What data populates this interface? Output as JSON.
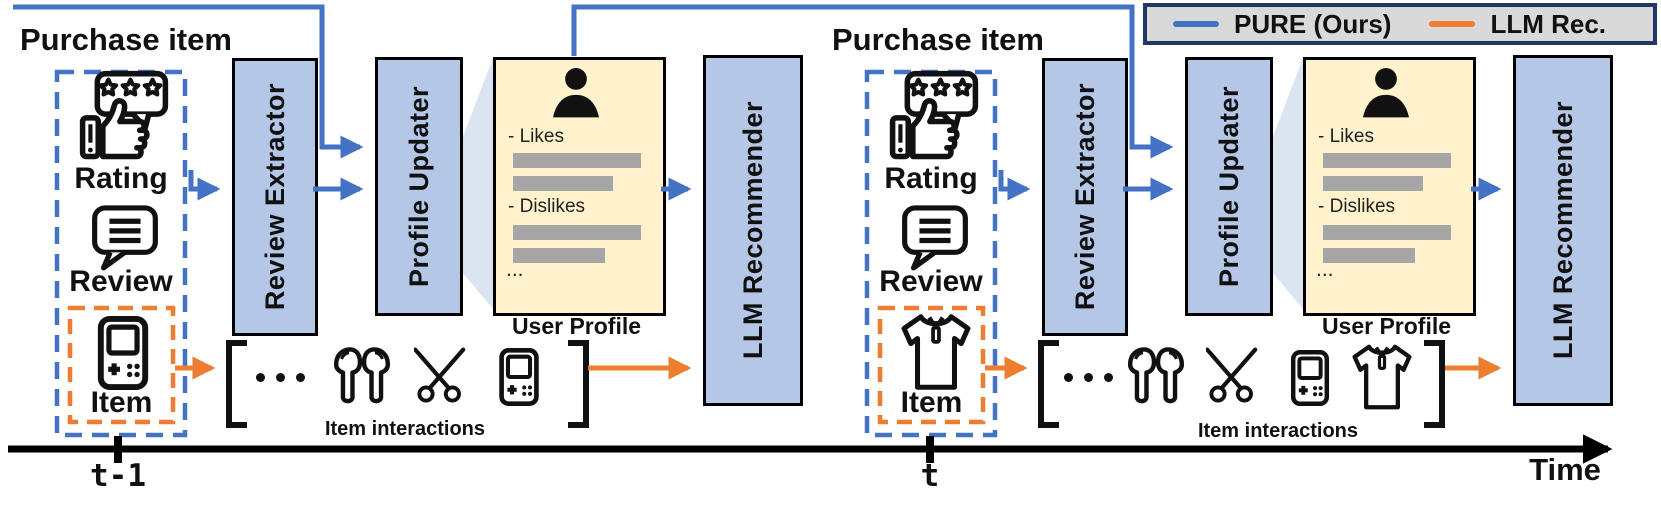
{
  "legend": {
    "items": [
      {
        "label": "PURE (Ours)",
        "color": "#4472c4"
      },
      {
        "label": "LLM Rec.",
        "color": "#ed7d31"
      }
    ],
    "background": "#d9d9d9",
    "border_color": "#1f3864"
  },
  "timeline": {
    "ticks": [
      "t-1",
      "t"
    ],
    "axis_label": "Time"
  },
  "stages": [
    {
      "purchase_label": "Purchase item",
      "inputs": {
        "rating_label": "Rating",
        "review_label": "Review",
        "item_label": "Item",
        "item_icon": "game-console"
      },
      "modules": {
        "review_extractor": "Review Extractor",
        "profile_updater": "Profile Updater",
        "llm_recommender": "LLM Recommender"
      },
      "user_profile": {
        "caption": "User Profile",
        "likes_label": "- Likes",
        "dislikes_label": "- Dislikes",
        "ellipsis": "..."
      },
      "interactions": {
        "caption": "Item interactions",
        "ellipsis": "...",
        "items": [
          "earbuds",
          "scissors",
          "game-console"
        ]
      }
    },
    {
      "purchase_label": "Purchase item",
      "inputs": {
        "rating_label": "Rating",
        "review_label": "Review",
        "item_label": "Item",
        "item_icon": "tshirt"
      },
      "modules": {
        "review_extractor": "Review Extractor",
        "profile_updater": "Profile Updater",
        "llm_recommender": "LLM Recommender"
      },
      "user_profile": {
        "caption": "User Profile",
        "likes_label": "- Likes",
        "dislikes_label": "- Dislikes",
        "ellipsis": "..."
      },
      "interactions": {
        "caption": "Item interactions",
        "ellipsis": "...",
        "items": [
          "earbuds",
          "scissors",
          "game-console",
          "tshirt"
        ]
      }
    }
  ],
  "colors": {
    "pure_blue": "#4472c4",
    "llm_orange": "#ed7d31",
    "module_fill": "#b4c7e7",
    "profile_fill": "#fff2cc",
    "profile_bars": "#a6a6a6",
    "connector_fill": "#dbe5f1"
  },
  "icons": {
    "rating-icon": "thumbs-up with three-star review bubble",
    "review-icon": "speech bubble with text lines",
    "game-console-icon": "handheld game console",
    "tshirt-icon": "polo shirt",
    "earbuds-icon": "pair of wireless earbuds",
    "scissors-icon": "open scissors",
    "person-icon": "user silhouette",
    "ellipsis-dots": "three dots"
  }
}
